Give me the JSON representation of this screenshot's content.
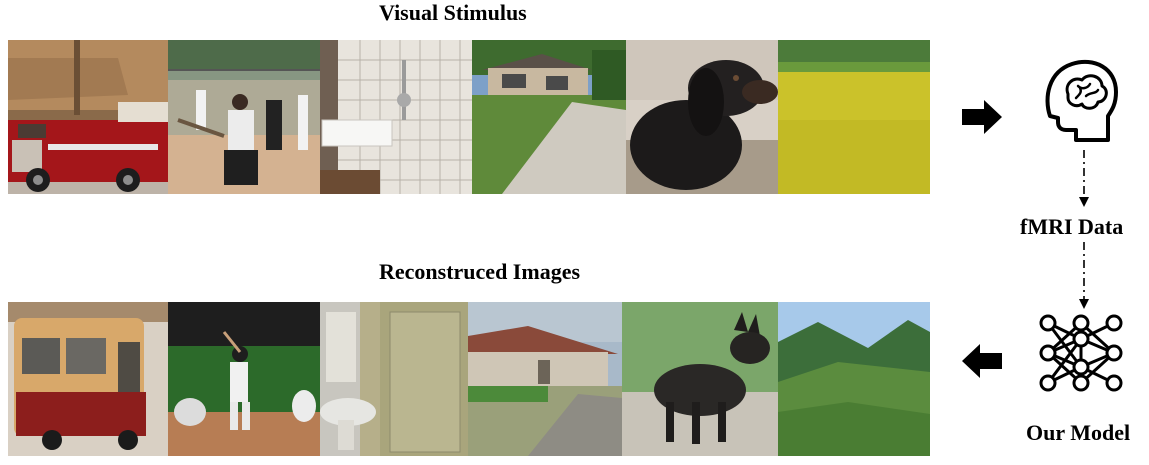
{
  "headings": {
    "top": "Visual Stimulus",
    "bottom": "Reconstruced Images"
  },
  "labels": {
    "fmri": "fMRI Data",
    "model": "Our Model"
  },
  "icons": {
    "brain": "head-brain-icon",
    "network": "neural-network-icon",
    "arrow_right": "arrow-right-icon",
    "arrow_left": "arrow-left-icon"
  },
  "stimulus_images": [
    "fire truck",
    "baseball batter",
    "bathroom shower",
    "house with driveway",
    "black dog",
    "yellow flower field"
  ],
  "reconstructed_images": [
    "red bus",
    "baseball game",
    "bathroom",
    "single-storey building",
    "black dog",
    "green mountain valley"
  ]
}
